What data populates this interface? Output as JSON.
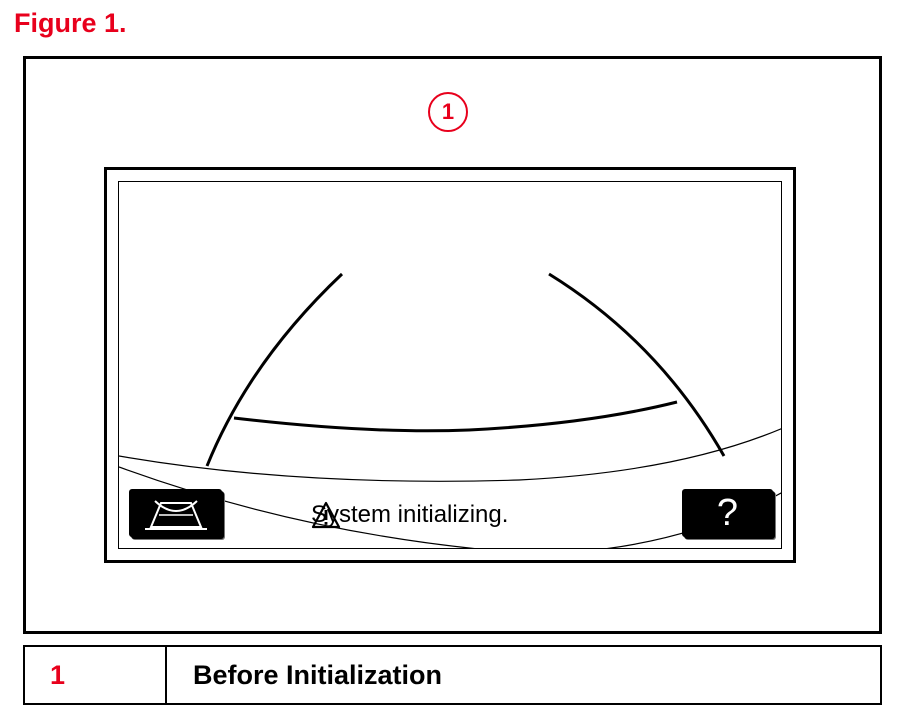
{
  "figure": {
    "title": "Figure 1."
  },
  "callout": {
    "number": "1"
  },
  "screen": {
    "status_text": "System initializing.",
    "help_button_label": "?",
    "left_button_icon": "view-switch-icon",
    "warning_icon": "warning-triangle-icon"
  },
  "legend": {
    "number": "1",
    "description": "Before Initialization"
  },
  "colors": {
    "accent": "#e8001c",
    "line": "#000000"
  }
}
